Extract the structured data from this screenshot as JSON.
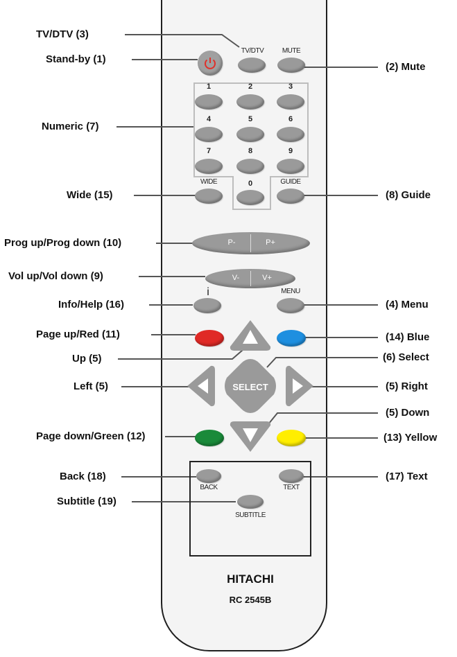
{
  "callouts": {
    "tv_dtv": "TV/DTV  (3)",
    "standby": "Stand-by  (1)",
    "mute": "(2)  Mute",
    "numeric": "Numeric  (7)",
    "wide": "Wide  (15)",
    "guide": "(8)  Guide",
    "prog": "Prog up/Prog down  (10)",
    "vol": "Vol up/Vol down  (9)",
    "info": "Info/Help  (16)",
    "menu": "(4)  Menu",
    "page_up": "Page up/Red (11)",
    "blue": "(14)  Blue",
    "up": "Up  (5)",
    "select": "(6)  Select",
    "left": "Left  (5)",
    "right": "(5)  Right",
    "down": "(5)  Down",
    "page_down": "Page down/Green  (12)",
    "yellow": "(13)  Yellow",
    "back": "Back  (18)",
    "text": "(17) Text",
    "subtitle": "Subtitle  (19)"
  },
  "buttons": {
    "tv_dtv": "TV/DTV",
    "mute": "MUTE",
    "wide": "WIDE",
    "guide": "GUIDE",
    "digits": [
      "1",
      "2",
      "3",
      "4",
      "5",
      "6",
      "7",
      "8",
      "9",
      "0"
    ],
    "prog_down": "P-",
    "prog_up": "P+",
    "vol_down": "V-",
    "vol_up": "V+",
    "info": "i",
    "menu": "MENU",
    "select": "SELECT",
    "back": "BACK",
    "text": "TEXT",
    "subtitle": "SUBTITLE"
  },
  "brand": {
    "name": "HITACHI",
    "model": "RC 2545B"
  },
  "colors": {
    "button_gray": "#9a9a9a",
    "standby_symbol": "#e0302a",
    "red": "#e02a26",
    "blue": "#1e8fe0",
    "green": "#1a8a3a",
    "yellow": "#ffee00"
  },
  "icons": {
    "standby": "power-icon",
    "up": "triangle-up-icon",
    "down": "triangle-down-icon",
    "left": "triangle-left-icon",
    "right": "triangle-right-icon"
  }
}
